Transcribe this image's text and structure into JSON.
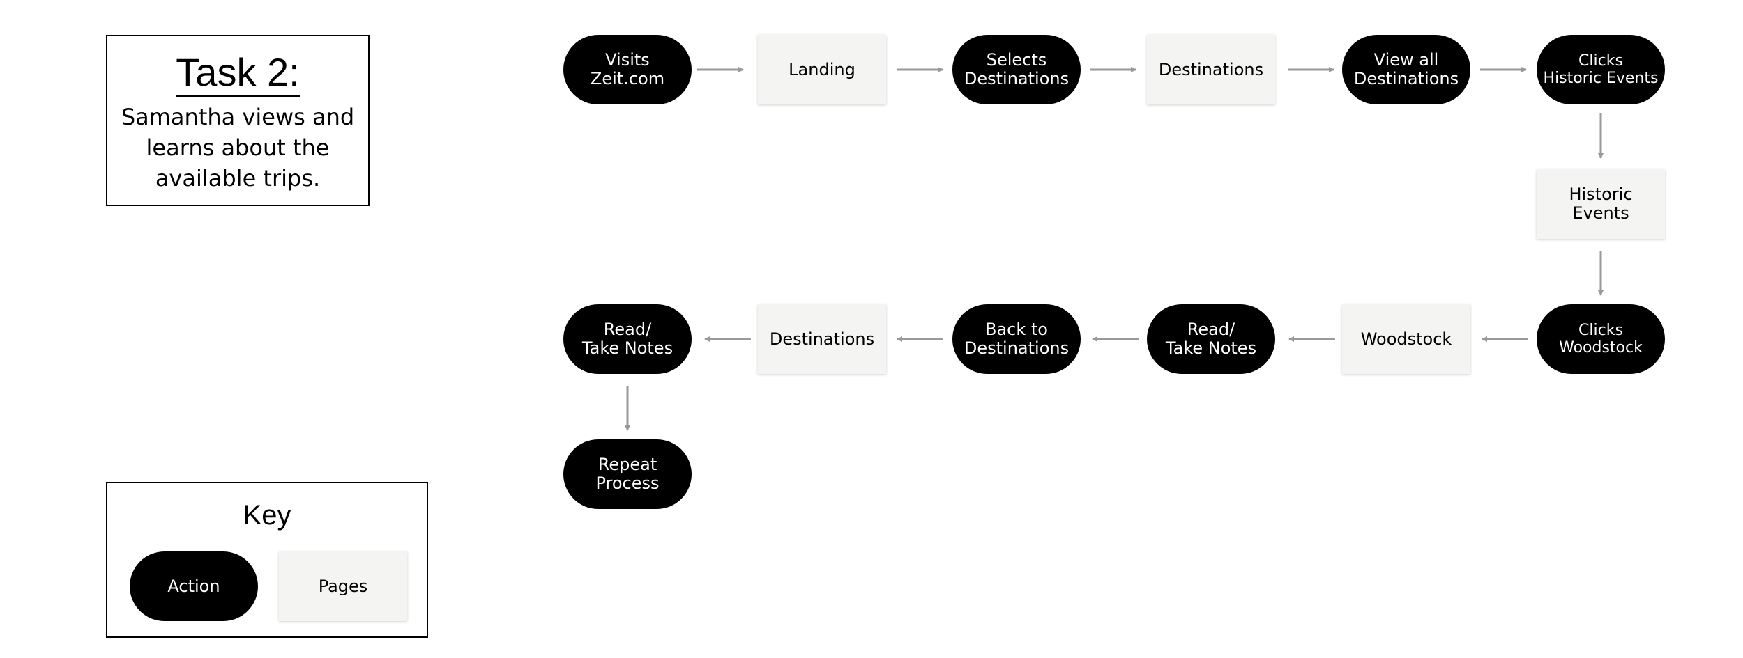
{
  "task": {
    "title": "Task 2:",
    "description": "Samantha views and learns about the available trips."
  },
  "key": {
    "title": "Key",
    "action_label": "Action",
    "page_label": "Pages"
  },
  "flow": {
    "visits_zeit": "Visits\nZeit.com",
    "landing": "Landing",
    "selects_destinations": "Selects\nDestinations",
    "destinations_1": "Destinations",
    "view_all_destinations": "View all\nDestinations",
    "clicks_historic_events": "Clicks\nHistoric Events",
    "historic_events": "Historic\nEvents",
    "clicks_woodstock": "Clicks\nWoodstock",
    "woodstock": "Woodstock",
    "read_take_notes_1": "Read/\nTake Notes",
    "back_to_destinations": "Back to\nDestinations",
    "destinations_2": "Destinations",
    "read_take_notes_2": "Read/\nTake Notes",
    "repeat_process": "Repeat\nProcess"
  },
  "colors": {
    "action_fill": "#000000",
    "page_fill": "#f4f4f3",
    "arrow": "#999999"
  }
}
